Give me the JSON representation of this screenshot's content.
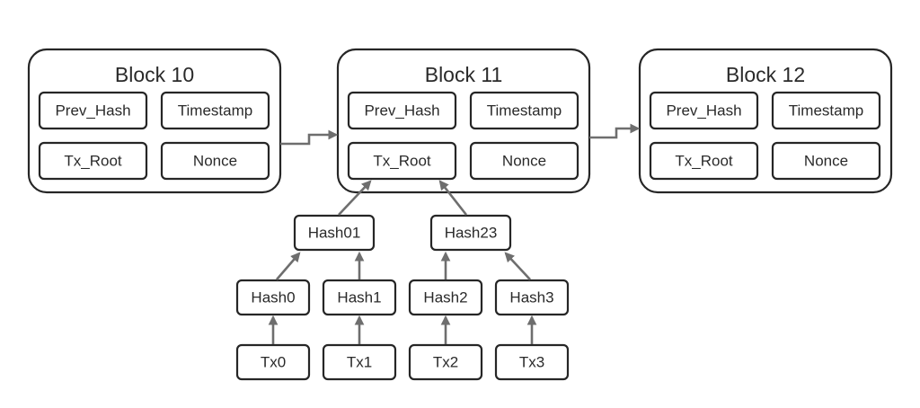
{
  "blocks": [
    {
      "title": "Block 10",
      "fields": [
        "Prev_Hash",
        "Timestamp",
        "Tx_Root",
        "Nonce"
      ]
    },
    {
      "title": "Block 11",
      "fields": [
        "Prev_Hash",
        "Timestamp",
        "Tx_Root",
        "Nonce"
      ]
    },
    {
      "title": "Block 12",
      "fields": [
        "Prev_Hash",
        "Timestamp",
        "Tx_Root",
        "Nonce"
      ]
    }
  ],
  "merkle": {
    "level1": [
      "Hash01",
      "Hash23"
    ],
    "level2": [
      "Hash0",
      "Hash1",
      "Hash2",
      "Hash3"
    ],
    "leaves": [
      "Tx0",
      "Tx1",
      "Tx2",
      "Tx3"
    ]
  },
  "colors": {
    "box_stroke": "#262626",
    "arrow": "#6e6e6e",
    "background": "#ffffff"
  }
}
